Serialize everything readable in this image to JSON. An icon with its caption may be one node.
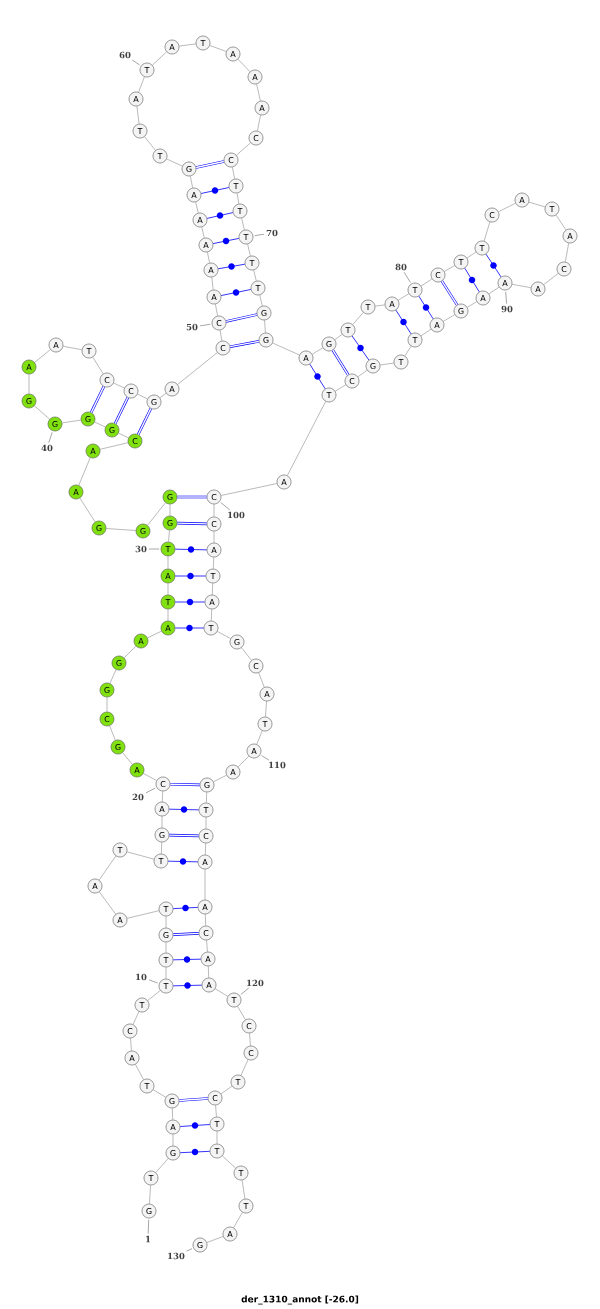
{
  "diagram": {
    "caption": "der_1310_annot [-26.0]",
    "nodes": [
      {
        "text": [
          "G"
        ]
      },
      {
        "text": [
          "T"
        ]
      },
      {
        "text": [
          "G"
        ]
      },
      {
        "text": [
          "A"
        ]
      },
      {
        "text": [
          "G"
        ]
      },
      {
        "text": [
          "T"
        ]
      },
      {
        "text": [
          "A"
        ]
      },
      {
        "text": [
          "C"
        ]
      },
      {
        "text": [
          "T"
        ]
      },
      {
        "text": [
          "T"
        ]
      },
      {
        "text": [
          "T"
        ]
      },
      {
        "text": [
          "G"
        ]
      },
      {
        "text": [
          "T"
        ]
      },
      {
        "text": [
          "A"
        ]
      },
      {
        "text": [
          "A"
        ]
      },
      {
        "text": [
          "T"
        ]
      },
      {
        "text": [
          "T"
        ]
      },
      {
        "text": [
          "G"
        ]
      },
      {
        "text": [
          "A"
        ]
      },
      {
        "text": [
          "C"
        ]
      },
      {
        "text": [
          "A"
        ]
      },
      {
        "text": [
          "G"
        ]
      },
      {
        "text": [
          "C"
        ]
      },
      {
        "text": [
          "G"
        ]
      },
      {
        "text": [
          "G"
        ]
      },
      {
        "text": [
          "A"
        ]
      },
      {
        "text": [
          "A"
        ]
      },
      {
        "text": [
          "T"
        ]
      },
      {
        "text": [
          "A"
        ]
      },
      {
        "text": [
          "T"
        ]
      },
      {
        "text": [
          "G"
        ]
      },
      {
        "text": [
          "G"
        ]
      },
      {
        "text": [
          "G"
        ]
      },
      {
        "text": [
          "G"
        ]
      },
      {
        "text": [
          "A"
        ]
      },
      {
        "text": [
          "A"
        ]
      },
      {
        "text": [
          "C"
        ]
      },
      {
        "text": [
          "G"
        ]
      },
      {
        "text": [
          "G"
        ]
      },
      {
        "text": [
          "G"
        ]
      },
      {
        "text": [
          "G"
        ]
      },
      {
        "text": [
          "A"
        ]
      },
      {
        "text": [
          "A"
        ]
      },
      {
        "text": [
          "T"
        ]
      },
      {
        "text": [
          "C"
        ]
      },
      {
        "text": [
          "C"
        ]
      },
      {
        "text": [
          "G"
        ]
      },
      {
        "text": [
          "A"
        ]
      },
      {
        "text": [
          "C"
        ]
      },
      {
        "text": [
          "C"
        ]
      },
      {
        "text": [
          "A"
        ]
      },
      {
        "text": [
          "A"
        ]
      },
      {
        "text": [
          "A"
        ]
      },
      {
        "text": [
          "A"
        ]
      },
      {
        "text": [
          "A"
        ]
      },
      {
        "text": [
          "G"
        ]
      },
      {
        "text": [
          "T"
        ]
      },
      {
        "text": [
          "T"
        ]
      },
      {
        "text": [
          "A"
        ]
      },
      {
        "text": [
          "T"
        ]
      },
      {
        "text": [
          "A"
        ]
      },
      {
        "text": [
          "T"
        ]
      },
      {
        "text": [
          "A"
        ]
      },
      {
        "text": [
          "A"
        ]
      },
      {
        "text": [
          "A"
        ]
      },
      {
        "text": [
          "C"
        ]
      },
      {
        "text": [
          "C"
        ]
      },
      {
        "text": [
          "T"
        ]
      },
      {
        "text": [
          "T"
        ]
      },
      {
        "text": [
          "T"
        ]
      },
      {
        "text": [
          "T"
        ]
      },
      {
        "text": [
          "T"
        ]
      },
      {
        "text": [
          "G"
        ]
      },
      {
        "text": [
          "G"
        ]
      },
      {
        "text": [
          "A"
        ]
      },
      {
        "text": [
          "G"
        ]
      },
      {
        "text": [
          "T"
        ]
      },
      {
        "text": [
          "T"
        ]
      },
      {
        "text": [
          "A"
        ]
      },
      {
        "text": [
          "T"
        ]
      },
      {
        "text": [
          "C"
        ]
      },
      {
        "text": [
          "T"
        ]
      },
      {
        "text": [
          "T"
        ]
      },
      {
        "text": [
          "C"
        ]
      },
      {
        "text": [
          "A"
        ]
      },
      {
        "text": [
          "T"
        ]
      },
      {
        "text": [
          "A"
        ]
      },
      {
        "text": [
          "C"
        ]
      },
      {
        "text": [
          "A"
        ]
      },
      {
        "text": [
          "A"
        ]
      },
      {
        "text": [
          "A"
        ]
      },
      {
        "text": [
          "G"
        ]
      },
      {
        "text": [
          "A"
        ]
      },
      {
        "text": [
          "T"
        ]
      },
      {
        "text": [
          "T"
        ]
      },
      {
        "text": [
          "G"
        ]
      },
      {
        "text": [
          "C"
        ]
      },
      {
        "text": [
          "T"
        ]
      },
      {
        "text": [
          "A"
        ]
      },
      {
        "text": [
          "C"
        ]
      },
      {
        "text": [
          "C"
        ]
      },
      {
        "text": [
          "A"
        ]
      },
      {
        "text": [
          "T"
        ]
      },
      {
        "text": [
          "A"
        ]
      },
      {
        "text": [
          "T"
        ]
      },
      {
        "text": [
          "G"
        ]
      },
      {
        "text": [
          "C"
        ]
      },
      {
        "text": [
          "A"
        ]
      },
      {
        "text": [
          "T"
        ]
      },
      {
        "text": [
          "A"
        ]
      },
      {
        "text": [
          "A"
        ]
      },
      {
        "text": [
          "G"
        ]
      },
      {
        "text": [
          "T"
        ]
      },
      {
        "text": [
          "C"
        ]
      },
      {
        "text": [
          "A"
        ]
      },
      {
        "text": [
          "A"
        ]
      },
      {
        "text": [
          "C"
        ]
      },
      {
        "text": [
          "A"
        ]
      },
      {
        "text": [
          "A"
        ]
      },
      {
        "text": [
          "T"
        ]
      },
      {
        "text": [
          "C"
        ]
      },
      {
        "text": [
          "C"
        ]
      },
      {
        "text": [
          "T"
        ]
      },
      {
        "text": [
          "C"
        ]
      },
      {
        "text": [
          "T"
        ]
      },
      {
        "text": [
          "T"
        ]
      },
      {
        "text": [
          "T"
        ]
      },
      {
        "text": [
          "T"
        ]
      },
      {
        "text": [
          "A"
        ]
      },
      {
        "text": [
          "G"
        ]
      },
      {
        "text": [
          "1"
        ]
      },
      {
        "text": [
          "10"
        ]
      },
      {
        "text": [
          "20"
        ]
      },
      {
        "text": [
          "30"
        ]
      },
      {
        "text": [
          "40"
        ]
      },
      {
        "text": [
          "50"
        ]
      },
      {
        "text": [
          "60"
        ]
      },
      {
        "text": [
          "70"
        ]
      },
      {
        "text": [
          "80"
        ]
      },
      {
        "text": [
          "90"
        ]
      },
      {
        "text": [
          "100"
        ]
      },
      {
        "text": [
          "110"
        ]
      },
      {
        "text": [
          "120"
        ]
      },
      {
        "text": [
          "130"
        ]
      }
    ],
    "edges": [
      {
        "from": 0,
        "to": 1,
        "arrow": "none"
      },
      {
        "from": 1,
        "to": 2,
        "arrow": "none"
      },
      {
        "from": 2,
        "to": 3,
        "arrow": "none"
      },
      {
        "from": 3,
        "to": 4,
        "arrow": "none"
      },
      {
        "from": 4,
        "to": 5,
        "arrow": "none"
      },
      {
        "from": 5,
        "to": 6,
        "arrow": "none"
      },
      {
        "from": 6,
        "to": 7,
        "arrow": "none"
      },
      {
        "from": 7,
        "to": 8,
        "arrow": "none"
      },
      {
        "from": 8,
        "to": 9,
        "arrow": "none"
      },
      {
        "from": 9,
        "to": 10,
        "arrow": "none"
      },
      {
        "from": 10,
        "to": 11,
        "arrow": "none"
      },
      {
        "from": 11,
        "to": 12,
        "arrow": "none"
      },
      {
        "from": 12,
        "to": 13,
        "arrow": "none"
      },
      {
        "from": 13,
        "to": 14,
        "arrow": "none"
      },
      {
        "from": 14,
        "to": 15,
        "arrow": "none"
      },
      {
        "from": 15,
        "to": 16,
        "arrow": "none"
      },
      {
        "from": 16,
        "to": 17,
        "arrow": "none"
      },
      {
        "from": 17,
        "to": 18,
        "arrow": "none"
      },
      {
        "from": 18,
        "to": 19,
        "arrow": "none"
      },
      {
        "from": 19,
        "to": 20,
        "arrow": "none"
      },
      {
        "from": 20,
        "to": 21,
        "arrow": "none"
      },
      {
        "from": 21,
        "to": 22,
        "arrow": "none"
      },
      {
        "from": 22,
        "to": 23,
        "arrow": "none"
      },
      {
        "from": 23,
        "to": 24,
        "arrow": "none"
      },
      {
        "from": 24,
        "to": 25,
        "arrow": "none"
      },
      {
        "from": 25,
        "to": 26,
        "arrow": "none"
      },
      {
        "from": 26,
        "to": 27,
        "arrow": "none"
      },
      {
        "from": 27,
        "to": 28,
        "arrow": "none"
      },
      {
        "from": 28,
        "to": 29,
        "arrow": "none"
      },
      {
        "from": 29,
        "to": 30,
        "arrow": "none"
      },
      {
        "from": 30,
        "to": 31,
        "arrow": "none"
      },
      {
        "from": 31,
        "to": 32,
        "arrow": "none"
      },
      {
        "from": 32,
        "to": 33,
        "arrow": "none"
      },
      {
        "from": 33,
        "to": 34,
        "arrow": "none"
      },
      {
        "from": 34,
        "to": 35,
        "arrow": "none"
      },
      {
        "from": 35,
        "to": 36,
        "arrow": "none"
      },
      {
        "from": 36,
        "to": 37,
        "arrow": "none"
      },
      {
        "from": 37,
        "to": 38,
        "arrow": "none"
      },
      {
        "from": 38,
        "to": 39,
        "arrow": "none"
      },
      {
        "from": 39,
        "to": 40,
        "arrow": "none"
      },
      {
        "from": 40,
        "to": 41,
        "arrow": "none"
      },
      {
        "from": 41,
        "to": 42,
        "arrow": "none"
      },
      {
        "from": 42,
        "to": 43,
        "arrow": "none"
      },
      {
        "from": 43,
        "to": 44,
        "arrow": "none"
      },
      {
        "from": 44,
        "to": 45,
        "arrow": "none"
      },
      {
        "from": 45,
        "to": 46,
        "arrow": "none"
      },
      {
        "from": 46,
        "to": 47,
        "arrow": "none"
      },
      {
        "from": 47,
        "to": 48,
        "arrow": "none"
      },
      {
        "from": 48,
        "to": 49,
        "arrow": "none"
      },
      {
        "from": 49,
        "to": 50,
        "arrow": "none"
      },
      {
        "from": 50,
        "to": 51,
        "arrow": "none"
      },
      {
        "from": 51,
        "to": 52,
        "arrow": "none"
      },
      {
        "from": 52,
        "to": 53,
        "arrow": "none"
      },
      {
        "from": 53,
        "to": 54,
        "arrow": "none"
      },
      {
        "from": 54,
        "to": 55,
        "arrow": "none"
      },
      {
        "from": 55,
        "to": 56,
        "arrow": "none"
      },
      {
        "from": 56,
        "to": 57,
        "arrow": "none"
      },
      {
        "from": 57,
        "to": 58,
        "arrow": "none"
      },
      {
        "from": 58,
        "to": 59,
        "arrow": "none"
      },
      {
        "from": 59,
        "to": 60,
        "arrow": "none"
      },
      {
        "from": 60,
        "to": 61,
        "arrow": "none"
      },
      {
        "from": 61,
        "to": 62,
        "arrow": "none"
      },
      {
        "from": 62,
        "to": 63,
        "arrow": "none"
      },
      {
        "from": 63,
        "to": 64,
        "arrow": "none"
      },
      {
        "from": 64,
        "to": 65,
        "arrow": "none"
      },
      {
        "from": 65,
        "to": 66,
        "arrow": "none"
      },
      {
        "from": 66,
        "to": 67,
        "arrow": "none"
      },
      {
        "from": 67,
        "to": 68,
        "arrow": "none"
      },
      {
        "from": 68,
        "to": 69,
        "arrow": "none"
      },
      {
        "from": 69,
        "to": 70,
        "arrow": "none"
      },
      {
        "from": 70,
        "to": 71,
        "arrow": "none"
      },
      {
        "from": 71,
        "to": 72,
        "arrow": "none"
      },
      {
        "from": 72,
        "to": 73,
        "arrow": "none"
      },
      {
        "from": 73,
        "to": 74,
        "arrow": "none"
      },
      {
        "from": 74,
        "to": 75,
        "arrow": "none"
      },
      {
        "from": 75,
        "to": 76,
        "arrow": "none"
      },
      {
        "from": 76,
        "to": 77,
        "arrow": "none"
      },
      {
        "from": 77,
        "to": 78,
        "arrow": "none"
      },
      {
        "from": 78,
        "to": 79,
        "arrow": "none"
      },
      {
        "from": 79,
        "to": 80,
        "arrow": "none"
      },
      {
        "from": 80,
        "to": 81,
        "arrow": "none"
      },
      {
        "from": 81,
        "to": 82,
        "arrow": "none"
      },
      {
        "from": 82,
        "to": 83,
        "arrow": "none"
      },
      {
        "from": 83,
        "to": 84,
        "arrow": "none"
      },
      {
        "from": 84,
        "to": 85,
        "arrow": "none"
      },
      {
        "from": 85,
        "to": 86,
        "arrow": "none"
      },
      {
        "from": 86,
        "to": 87,
        "arrow": "none"
      },
      {
        "from": 87,
        "to": 88,
        "arrow": "none"
      },
      {
        "from": 88,
        "to": 89,
        "arrow": "none"
      },
      {
        "from": 89,
        "to": 90,
        "arrow": "none"
      },
      {
        "from": 90,
        "to": 91,
        "arrow": "none"
      },
      {
        "from": 91,
        "to": 92,
        "arrow": "none"
      },
      {
        "from": 92,
        "to": 93,
        "arrow": "none"
      },
      {
        "from": 93,
        "to": 94,
        "arrow": "none"
      },
      {
        "from": 94,
        "to": 95,
        "arrow": "none"
      },
      {
        "from": 95,
        "to": 96,
        "arrow": "none"
      },
      {
        "from": 96,
        "to": 97,
        "arrow": "none"
      },
      {
        "from": 97,
        "to": 98,
        "arrow": "none"
      },
      {
        "from": 98,
        "to": 99,
        "arrow": "none"
      },
      {
        "from": 99,
        "to": 100,
        "arrow": "none"
      },
      {
        "from": 100,
        "to": 101,
        "arrow": "none"
      },
      {
        "from": 101,
        "to": 102,
        "arrow": "none"
      },
      {
        "from": 102,
        "to": 103,
        "arrow": "none"
      },
      {
        "from": 103,
        "to": 104,
        "arrow": "none"
      },
      {
        "from": 104,
        "to": 105,
        "arrow": "none"
      },
      {
        "from": 105,
        "to": 106,
        "arrow": "none"
      },
      {
        "from": 106,
        "to": 107,
        "arrow": "none"
      },
      {
        "from": 107,
        "to": 108,
        "arrow": "none"
      },
      {
        "from": 108,
        "to": 109,
        "arrow": "none"
      },
      {
        "from": 109,
        "to": 110,
        "arrow": "none"
      },
      {
        "from": 110,
        "to": 111,
        "arrow": "none"
      },
      {
        "from": 111,
        "to": 112,
        "arrow": "none"
      },
      {
        "from": 112,
        "to": 113,
        "arrow": "none"
      },
      {
        "from": 113,
        "to": 114,
        "arrow": "none"
      },
      {
        "from": 114,
        "to": 115,
        "arrow": "none"
      },
      {
        "from": 115,
        "to": 116,
        "arrow": "none"
      },
      {
        "from": 116,
        "to": 117,
        "arrow": "none"
      },
      {
        "from": 117,
        "to": 118,
        "arrow": "none"
      },
      {
        "from": 118,
        "to": 119,
        "arrow": "none"
      },
      {
        "from": 119,
        "to": 120,
        "arrow": "none"
      },
      {
        "from": 120,
        "to": 121,
        "arrow": "none"
      },
      {
        "from": 121,
        "to": 122,
        "arrow": "none"
      },
      {
        "from": 122,
        "to": 123,
        "arrow": "none"
      },
      {
        "from": 123,
        "to": 124,
        "arrow": "none"
      },
      {
        "from": 124,
        "to": 125,
        "arrow": "none"
      },
      {
        "from": 125,
        "to": 126,
        "arrow": "none"
      },
      {
        "from": 126,
        "to": 127,
        "arrow": "none"
      },
      {
        "from": 127,
        "to": 128,
        "arrow": "none"
      },
      {
        "from": 128,
        "to": 129,
        "arrow": "none"
      },
      {
        "from": 2,
        "to": 125,
        "arrow": "none",
        "color": "#0000ff"
      },
      {
        "from": 3,
        "to": 124,
        "arrow": "none",
        "color": "#0000ff"
      },
      {
        "from": 4,
        "to": 123,
        "arrow": "none",
        "color": "#0000ff",
        "style": "thick"
      },
      {
        "from": 9,
        "to": 118,
        "arrow": "none",
        "color": "#0000ff"
      },
      {
        "from": 10,
        "to": 117,
        "arrow": "none",
        "color": "#0000ff"
      },
      {
        "from": 11,
        "to": 116,
        "arrow": "none",
        "color": "#0000ff",
        "style": "thick"
      },
      {
        "from": 12,
        "to": 115,
        "arrow": "none",
        "color": "#0000ff"
      },
      {
        "from": 16,
        "to": 114,
        "arrow": "none",
        "color": "#0000ff"
      },
      {
        "from": 17,
        "to": 113,
        "arrow": "none",
        "color": "#0000ff",
        "style": "thick"
      },
      {
        "from": 18,
        "to": 112,
        "arrow": "none",
        "color": "#0000ff"
      },
      {
        "from": 19,
        "to": 111,
        "arrow": "none",
        "color": "#0000ff",
        "style": "thick"
      },
      {
        "from": 26,
        "to": 104,
        "arrow": "none",
        "color": "#0000ff"
      },
      {
        "from": 27,
        "to": 103,
        "arrow": "none",
        "color": "#0000ff"
      },
      {
        "from": 28,
        "to": 102,
        "arrow": "none",
        "color": "#0000ff"
      },
      {
        "from": 29,
        "to": 101,
        "arrow": "none",
        "color": "#0000ff"
      },
      {
        "from": 30,
        "to": 100,
        "arrow": "none",
        "color": "#0000ff",
        "style": "thick"
      },
      {
        "from": 31,
        "to": 99,
        "arrow": "none",
        "color": "#0000ff",
        "style": "thick"
      },
      {
        "from": 36,
        "to": 46,
        "arrow": "none",
        "color": "#0000ff",
        "style": "thick"
      },
      {
        "from": 37,
        "to": 45,
        "arrow": "none",
        "color": "#0000ff",
        "style": "thick"
      },
      {
        "from": 38,
        "to": 44,
        "arrow": "none",
        "color": "#0000ff",
        "style": "thick"
      },
      {
        "from": 48,
        "to": 73,
        "arrow": "none",
        "color": "#0000ff",
        "style": "thick"
      },
      {
        "from": 49,
        "to": 72,
        "arrow": "none",
        "color": "#0000ff",
        "style": "thick"
      },
      {
        "from": 50,
        "to": 71,
        "arrow": "none",
        "color": "#0000ff"
      },
      {
        "from": 51,
        "to": 70,
        "arrow": "none",
        "color": "#0000ff"
      },
      {
        "from": 52,
        "to": 69,
        "arrow": "none",
        "color": "#0000ff"
      },
      {
        "from": 53,
        "to": 68,
        "arrow": "none",
        "color": "#0000ff"
      },
      {
        "from": 54,
        "to": 67,
        "arrow": "none",
        "color": "#0000ff"
      },
      {
        "from": 55,
        "to": 66,
        "arrow": "none",
        "color": "#0000ff",
        "style": "thick"
      },
      {
        "from": 74,
        "to": 97,
        "arrow": "none",
        "color": "#0000ff"
      },
      {
        "from": 75,
        "to": 96,
        "arrow": "none",
        "color": "#0000ff",
        "style": "thick"
      },
      {
        "from": 76,
        "to": 95,
        "arrow": "none",
        "color": "#0000ff"
      },
      {
        "from": 78,
        "to": 93,
        "arrow": "none",
        "color": "#0000ff"
      },
      {
        "from": 79,
        "to": 92,
        "arrow": "none",
        "color": "#0000ff"
      },
      {
        "from": 80,
        "to": 91,
        "arrow": "none",
        "color": "#0000ff",
        "style": "thick"
      },
      {
        "from": 81,
        "to": 90,
        "arrow": "none",
        "color": "#0000ff"
      },
      {
        "from": 82,
        "to": 89,
        "arrow": "none",
        "color": "#0000ff"
      },
      {
        "from": 130,
        "to": 0,
        "arrow": "none"
      },
      {
        "from": 131,
        "to": 9,
        "arrow": "none"
      },
      {
        "from": 132,
        "to": 19,
        "arrow": "none"
      },
      {
        "from": 133,
        "to": 29,
        "arrow": "none"
      },
      {
        "from": 134,
        "to": 39,
        "arrow": "none"
      },
      {
        "from": 135,
        "to": 49,
        "arrow": "none"
      },
      {
        "from": 136,
        "to": 59,
        "arrow": "none"
      },
      {
        "from": 137,
        "to": 69,
        "arrow": "none"
      },
      {
        "from": 138,
        "to": 79,
        "arrow": "none"
      },
      {
        "from": 139,
        "to": 89,
        "arrow": "none"
      },
      {
        "from": 140,
        "to": 99,
        "arrow": "none"
      },
      {
        "from": 141,
        "to": 109,
        "arrow": "none"
      },
      {
        "from": 142,
        "to": 119,
        "arrow": "none"
      },
      {
        "from": 143,
        "to": 129,
        "arrow": "none"
      }
    ]
  }
}
